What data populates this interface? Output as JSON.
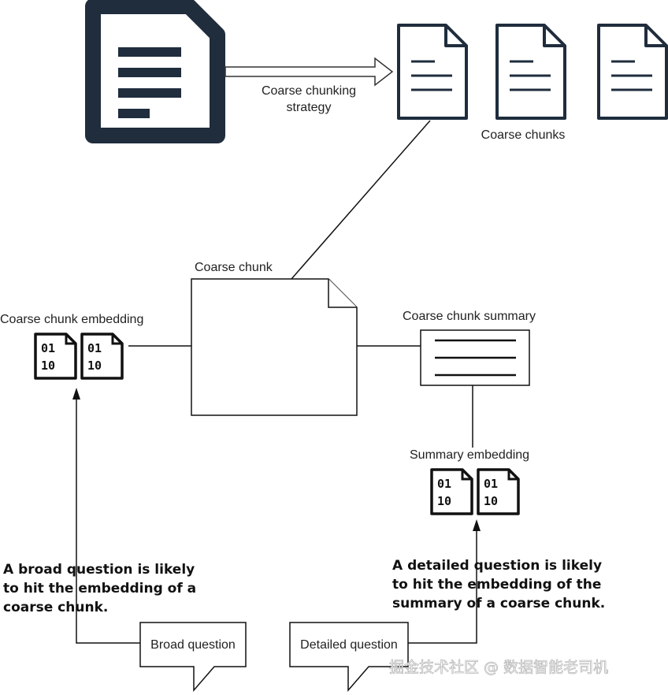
{
  "labels": {
    "strategy_line1": "Coarse chunking",
    "strategy_line2": "strategy",
    "coarse_chunks": "Coarse chunks",
    "coarse_chunk": "Coarse chunk",
    "coarse_chunk_embedding": "Coarse chunk embedding",
    "coarse_chunk_summary": "Coarse chunk summary",
    "summary_embedding": "Summary embedding"
  },
  "binary_icon": {
    "row1": "01",
    "row2": "10"
  },
  "notes": {
    "broad": [
      "A broad question is likely",
      "to hit the embedding of a",
      "coarse chunk."
    ],
    "detailed": [
      "A detailed question is likely",
      "to hit the embedding of the",
      "summary of a coarse chunk."
    ]
  },
  "callouts": {
    "broad_question": "Broad question",
    "detailed_question": "Detailed question"
  },
  "watermark": "掘金技术社区 @ 数据智能老司机",
  "colors": {
    "document_navy": "#1f2d3d",
    "stroke": "#111111",
    "text": "#222222"
  },
  "icons": [
    "large-document-icon",
    "small-document-icon",
    "binary-file-icon",
    "speech-bubble"
  ]
}
